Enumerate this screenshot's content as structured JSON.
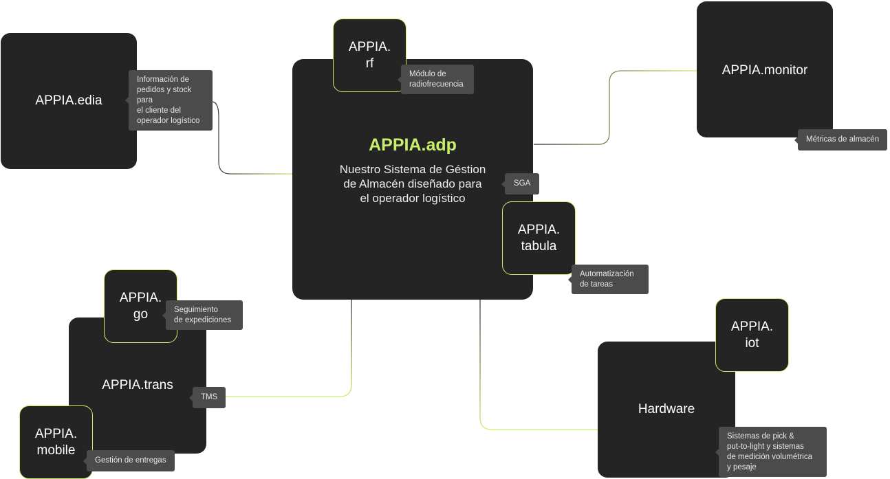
{
  "colors": {
    "box_bg": "#242424",
    "accent": "#c8ef6b",
    "tooltip_bg": "#4b4b4b",
    "background": "#ffffff"
  },
  "center": {
    "title": "APPIA.adp",
    "description": "Nuestro Sistema de Géstion\nde Almacén diseñado para\nel operador logístico",
    "tag": "SGA"
  },
  "nodes": {
    "edia": {
      "name": "APPIA.edia",
      "tip": "Información de\npedidos y stock para\nel cliente del\noperador logístico"
    },
    "rf": {
      "name": "APPIA.\nrf",
      "tip": "Módulo de\nradiofrecuencia"
    },
    "monitor": {
      "name": "APPIA.monitor",
      "tip": "Métricas de almacén"
    },
    "tabula": {
      "name": "APPIA.\ntabula",
      "tip": "Automatización\nde tareas"
    },
    "go": {
      "name": "APPIA.\ngo",
      "tip": "Seguimiento\nde expediciones"
    },
    "trans": {
      "name": "APPIA.trans",
      "tip": "TMS"
    },
    "mobile": {
      "name": "APPIA.\nmobile",
      "tip": "Gestión de entregas"
    },
    "iot": {
      "name": "APPIA.\niot"
    },
    "hardware": {
      "name": "Hardware",
      "tip": "Sistemas de pick &\nput-to-light y sistemas\nde medición volumétrica\ny pesaje"
    }
  }
}
